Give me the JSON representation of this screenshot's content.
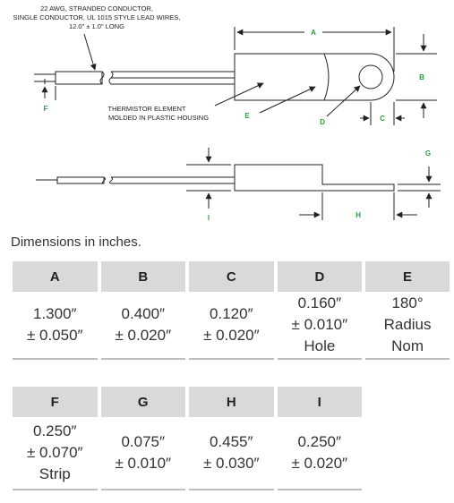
{
  "diagram": {
    "wire_note": [
      "22 AWG, STRANDED CONDUCTOR,",
      "SINGLE CONDUCTOR, UL 1015 STYLE LEAD WIRES,",
      "12.0\" ± 1.0\" LONG"
    ],
    "element_note": [
      "THERMISTOR ELEMENT",
      "MOLDED IN PLASTIC HOUSING"
    ],
    "labels": {
      "A": "A",
      "B": "B",
      "C": "C",
      "D": "D",
      "E": "E",
      "F": "F",
      "G": "G",
      "H": "H",
      "I": "I"
    },
    "label_color": "#2e9e3e",
    "line_color": "#222222"
  },
  "caption": "Dimensions in inches.",
  "table1": {
    "headers": [
      "A",
      "B",
      "C",
      "D",
      "E"
    ],
    "cells": [
      [
        "1.300″",
        "± 0.050″"
      ],
      [
        "0.400″",
        "± 0.020″"
      ],
      [
        "0.120″",
        "± 0.020″"
      ],
      [
        "0.160″",
        "± 0.010″",
        "Hole"
      ],
      [
        "180°",
        "Radius",
        "Nom"
      ]
    ]
  },
  "table2": {
    "headers": [
      "F",
      "G",
      "H",
      "I"
    ],
    "cells": [
      [
        "0.250″",
        "± 0.070″",
        "Strip"
      ],
      [
        "0.075″",
        "± 0.010″"
      ],
      [
        "0.455″",
        "± 0.030″"
      ],
      [
        "0.250″",
        "± 0.020″"
      ]
    ]
  }
}
